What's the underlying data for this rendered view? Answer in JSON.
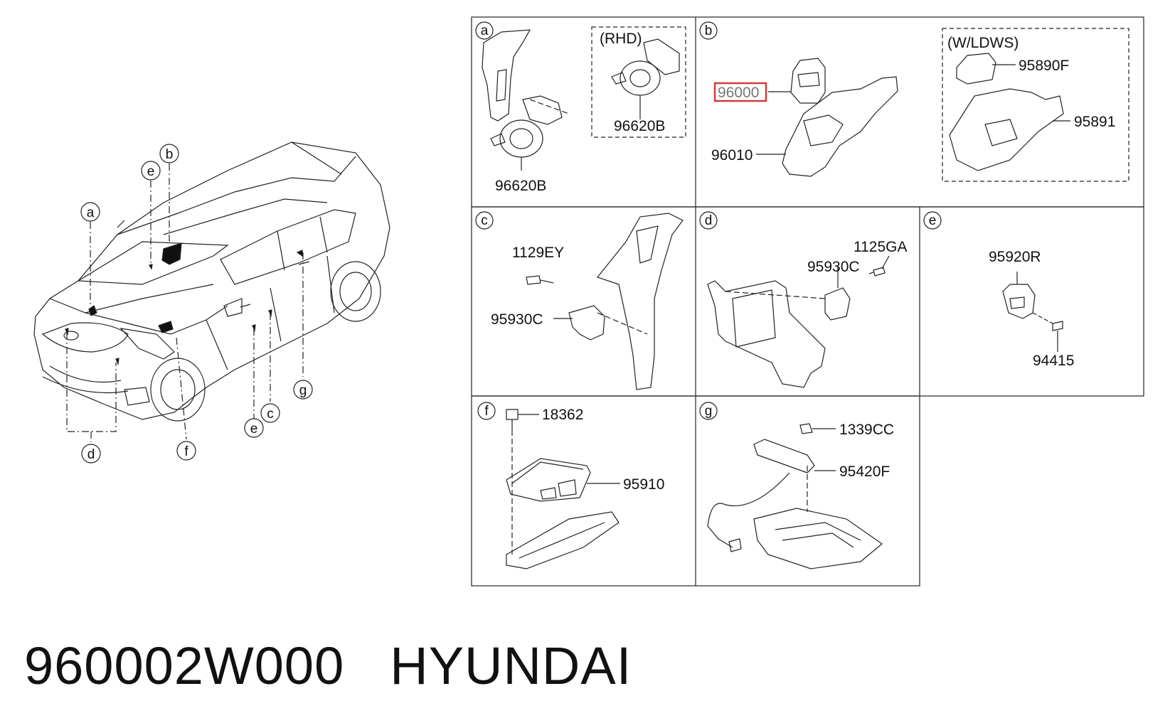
{
  "panels": {
    "a": {
      "letter": "a",
      "variant_label": "(RHD)",
      "parts": [
        "96620B",
        "96620B"
      ]
    },
    "b": {
      "letter": "b",
      "variant_label": "(W/LDWS)",
      "highlighted_part": "96000",
      "parts": [
        "96010",
        "95890F",
        "95891"
      ]
    },
    "c": {
      "letter": "c",
      "parts": [
        "1129EY",
        "95930C"
      ]
    },
    "d": {
      "letter": "d",
      "parts": [
        "1125GA",
        "95930C"
      ]
    },
    "e": {
      "letter": "e",
      "parts": [
        "95920R",
        "94415"
      ]
    },
    "f": {
      "letter": "f",
      "parts": [
        "18362",
        "95910"
      ]
    },
    "g": {
      "letter": "g",
      "parts": [
        "1339CC",
        "95420F"
      ]
    }
  },
  "car_callouts": [
    "a",
    "b",
    "c",
    "d",
    "e",
    "e",
    "f",
    "g"
  ],
  "highlight_color": "#d63a3a",
  "footer": {
    "part_number": "960002W000",
    "brand": "HYUNDAI"
  }
}
